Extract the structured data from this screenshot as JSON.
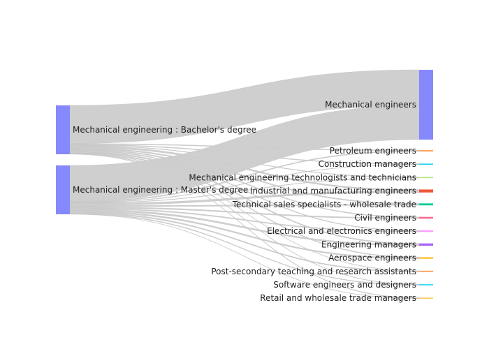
{
  "chart_data": {
    "type": "sankey",
    "link_color": "#cccccc",
    "sources": [
      {
        "id": "bachelor",
        "label": "Mechanical engineering : Bachelor's degree",
        "color": "#8689fd"
      },
      {
        "id": "master",
        "label": "Mechanical engineering : Master's degree",
        "color": "#8689fd"
      }
    ],
    "targets": [
      {
        "id": "mech",
        "label": "Mechanical engineers",
        "color": "#8689fd"
      },
      {
        "id": "petro",
        "label": "Petroleum engineers",
        "color": "#ffa15a"
      },
      {
        "id": "constr",
        "label": "Construction managers",
        "color": "#19d3f3"
      },
      {
        "id": "mechtech",
        "label": "Mechanical engineering technologists and technicians",
        "color": "#b6e880"
      },
      {
        "id": "indus",
        "label": "Industrial and manufacturing engineers",
        "color": "#ef553b"
      },
      {
        "id": "techsales",
        "label": "Technical sales specialists - wholesale trade",
        "color": "#00cc96"
      },
      {
        "id": "civil",
        "label": "Civil engineers",
        "color": "#ff6692"
      },
      {
        "id": "elec",
        "label": "Electrical and electronics engineers",
        "color": "#ff97ff"
      },
      {
        "id": "engmgr",
        "label": "Engineering managers",
        "color": "#ab63fa"
      },
      {
        "id": "aero",
        "label": "Aerospace engineers",
        "color": "#fecb52"
      },
      {
        "id": "postsec",
        "label": "Post-secondary teaching and research assistants",
        "color": "#ffa15a"
      },
      {
        "id": "software",
        "label": "Software engineers and designers",
        "color": "#19d3f3"
      },
      {
        "id": "retail",
        "label": "Retail and wholesale trade managers",
        "color": "#fecb52"
      }
    ],
    "links": [
      {
        "source": "bachelor",
        "target": "mech",
        "value": 46
      },
      {
        "source": "bachelor",
        "target": "petro",
        "value": 1
      },
      {
        "source": "bachelor",
        "target": "constr",
        "value": 1
      },
      {
        "source": "bachelor",
        "target": "mechtech",
        "value": 0.7
      },
      {
        "source": "bachelor",
        "target": "indus",
        "value": 2
      },
      {
        "source": "bachelor",
        "target": "techsales",
        "value": 1.5
      },
      {
        "source": "bachelor",
        "target": "civil",
        "value": 1.2
      },
      {
        "source": "bachelor",
        "target": "elec",
        "value": 1
      },
      {
        "source": "bachelor",
        "target": "engmgr",
        "value": 1.5
      },
      {
        "source": "bachelor",
        "target": "aero",
        "value": 1.2
      },
      {
        "source": "bachelor",
        "target": "postsec",
        "value": 0.6
      },
      {
        "source": "bachelor",
        "target": "software",
        "value": 0.7
      },
      {
        "source": "bachelor",
        "target": "retail",
        "value": 0.5
      },
      {
        "source": "master",
        "target": "mech",
        "value": 44
      },
      {
        "source": "master",
        "target": "petro",
        "value": 1.3
      },
      {
        "source": "master",
        "target": "constr",
        "value": 0.7
      },
      {
        "source": "master",
        "target": "mechtech",
        "value": 0.6
      },
      {
        "source": "master",
        "target": "indus",
        "value": 2.5
      },
      {
        "source": "master",
        "target": "techsales",
        "value": 1.5
      },
      {
        "source": "master",
        "target": "civil",
        "value": 1.5
      },
      {
        "source": "master",
        "target": "elec",
        "value": 1.3
      },
      {
        "source": "master",
        "target": "engmgr",
        "value": 2
      },
      {
        "source": "master",
        "target": "aero",
        "value": 1.8
      },
      {
        "source": "master",
        "target": "postsec",
        "value": 1.4
      },
      {
        "source": "master",
        "target": "software",
        "value": 1
      },
      {
        "source": "master",
        "target": "retail",
        "value": 0.3
      }
    ]
  }
}
